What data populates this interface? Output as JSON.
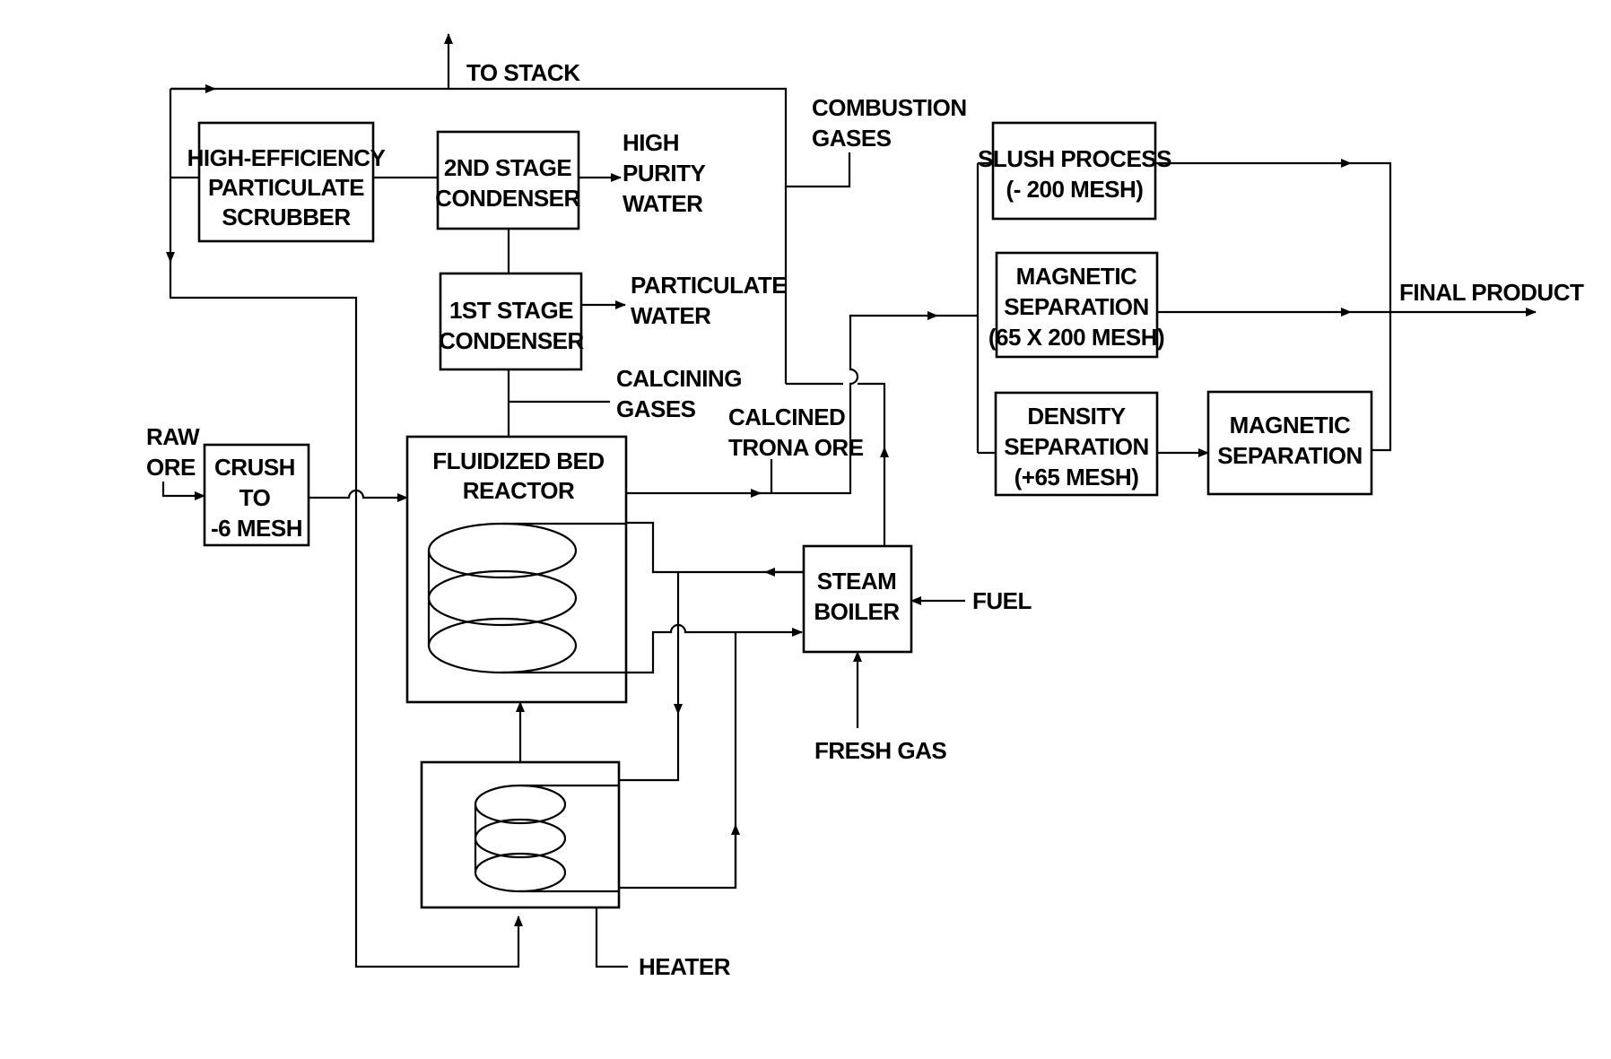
{
  "boxes": {
    "scrubber": [
      "HIGH-EFFICIENCY",
      "PARTICULATE",
      "SCRUBBER"
    ],
    "cond2": [
      "2ND STAGE",
      "CONDENSER"
    ],
    "cond1": [
      "1ST STAGE",
      "CONDENSER"
    ],
    "crush": [
      "CRUSH",
      "TO",
      "-6 MESH"
    ],
    "reactor": [
      "FLUIDIZED BED",
      "REACTOR"
    ],
    "boiler": [
      "STEAM",
      "BOILER"
    ],
    "slush": [
      "SLUSH PROCESS",
      "(- 200 MESH)"
    ],
    "magsep1": [
      "MAGNETIC",
      "SEPARATION",
      "(65 X 200 MESH)"
    ],
    "density": [
      "DENSITY",
      "SEPARATION",
      "(+65 MESH)"
    ],
    "magsep2": [
      "MAGNETIC",
      "SEPARATION"
    ]
  },
  "labels": {
    "to_stack": "TO STACK",
    "combustion_gases": [
      "COMBUSTION",
      "GASES"
    ],
    "high_purity_water": [
      "HIGH",
      "PURITY",
      "WATER"
    ],
    "particulate_water": [
      "PARTICULATE",
      "WATER"
    ],
    "calcining_gases": [
      "CALCINING",
      "GASES"
    ],
    "calcined_trona_ore": [
      "CALCINED",
      "TRONA ORE"
    ],
    "raw_ore": [
      "RAW",
      "ORE"
    ],
    "fuel": "FUEL",
    "fresh_gas": "FRESH GAS",
    "heater": "HEATER",
    "final_product": "FINAL PRODUCT"
  }
}
